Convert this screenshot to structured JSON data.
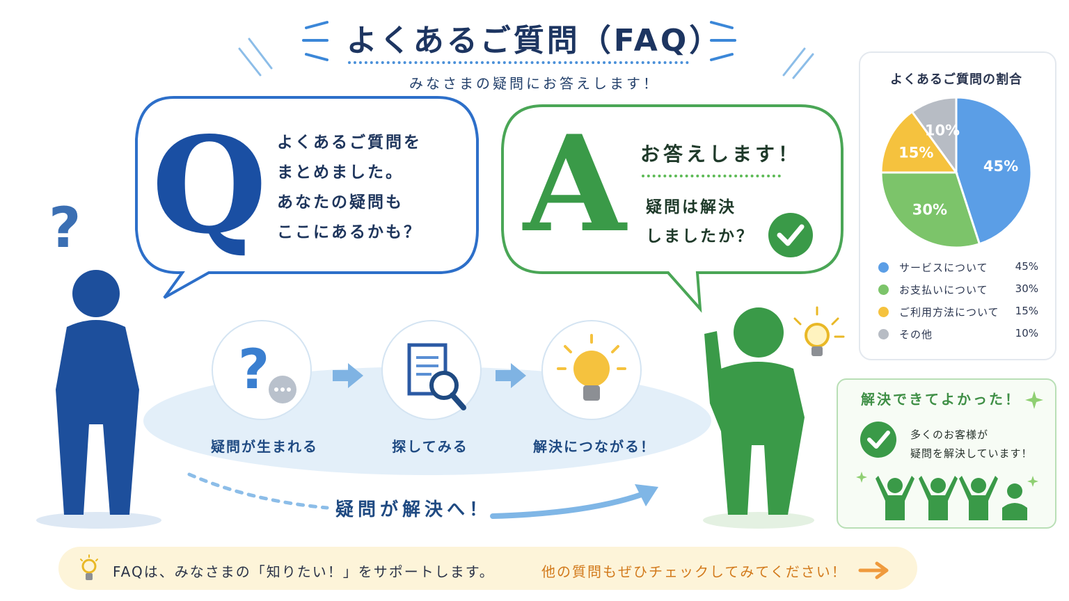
{
  "header": {
    "title": "よくあるご質問（FAQ）",
    "subtitle": "みなさまの疑問にお答えします！"
  },
  "question_bubble": {
    "letter": "Q",
    "lines": [
      "よくあるご質問を",
      "まとめました。",
      "あなたの疑問も",
      "ここにあるかも？"
    ]
  },
  "answer_bubble": {
    "letter": "A",
    "heading": "お答えします！",
    "lines": [
      "疑問は解決",
      "しましたか？"
    ]
  },
  "steps": [
    {
      "label": "疑問が生まれる",
      "icon": "question-chat-icon"
    },
    {
      "label": "探してみる",
      "icon": "document-search-icon"
    },
    {
      "label": "解決につながる！",
      "icon": "lightbulb-icon"
    }
  ],
  "resolve_text": "疑問が解決へ！",
  "chart_data": {
    "type": "pie",
    "title": "よくあるご質問の割合",
    "categories": [
      "サービスについて",
      "お支払いについて",
      "ご利用方法について",
      "その他"
    ],
    "values": [
      45,
      30,
      15,
      10
    ],
    "value_labels": [
      "45%",
      "30%",
      "15%",
      "10%"
    ],
    "colors": [
      "#5b9ee6",
      "#7cc46a",
      "#f5c23e",
      "#b7bcc4"
    ],
    "legend": "bottom"
  },
  "success_panel": {
    "title": "解決できてよかった！",
    "lines": [
      "多くのお客様が",
      "疑問を解決しています！"
    ]
  },
  "footer": {
    "left_text": "FAQは、みなさまの「知りたい！」をサポートします。",
    "right_text": "他の質問もぜひチェックしてみてください！"
  },
  "colors": {
    "blue": "#1a4fa3",
    "green": "#3a9a48",
    "footer_bg": "#fdf4d9",
    "accent_orange": "#d27a1c"
  }
}
